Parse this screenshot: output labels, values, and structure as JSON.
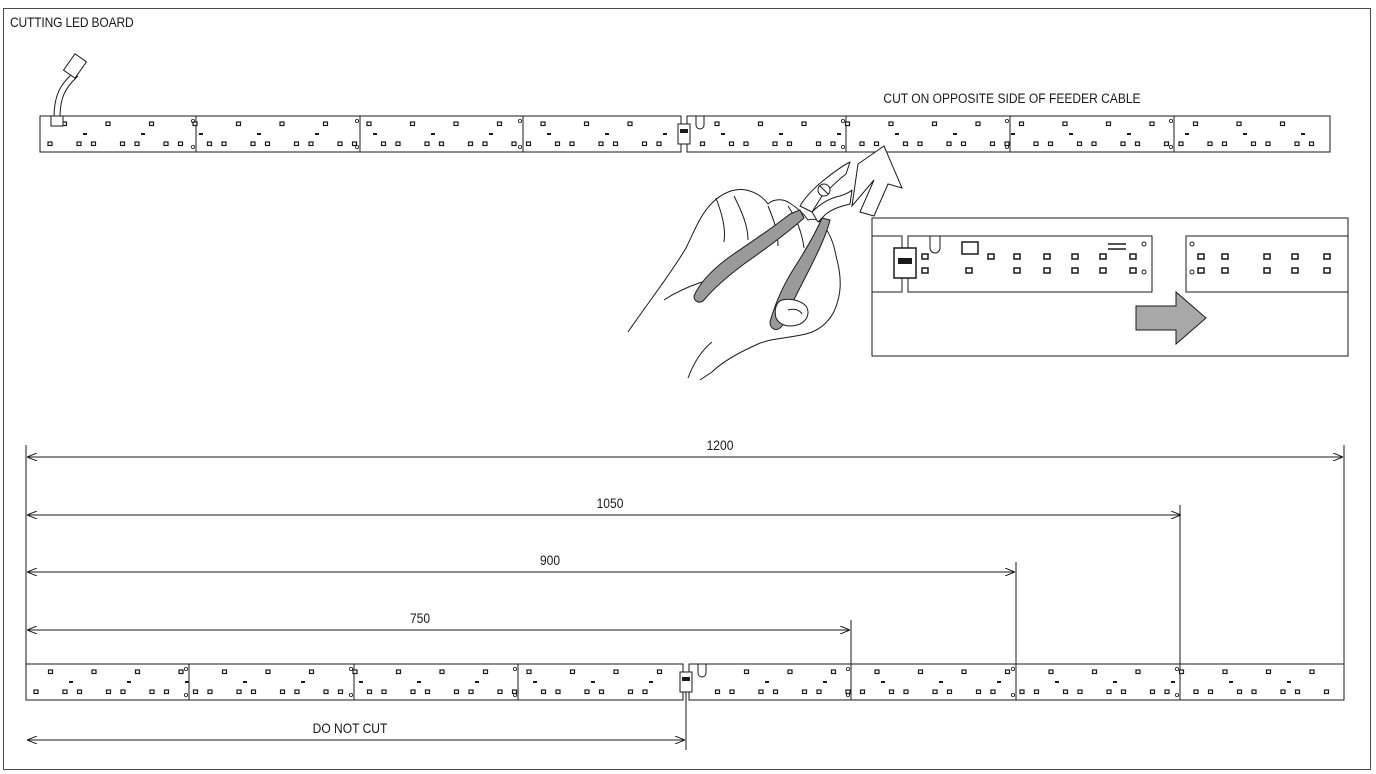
{
  "title": "CUTTING LED BOARD",
  "cut_note": "CUT ON OPPOSITE SIDE OF FEEDER CABLE",
  "dimensions": [
    {
      "label": "1200"
    },
    {
      "label": "1050"
    },
    {
      "label": "900"
    },
    {
      "label": "750"
    }
  ],
  "do_not_cut": "DO NOT CUT",
  "colors": {
    "line": "#1a1a1a",
    "tool_fill": "#9a9a9a",
    "arrow_fill": "#a8a8a8",
    "frame": "#4a4a4a"
  },
  "icons": [
    "hand-holding-cutters-icon",
    "cut-direction-arrow-icon",
    "move-apart-arrow-icon",
    "feeder-cable-icon"
  ]
}
